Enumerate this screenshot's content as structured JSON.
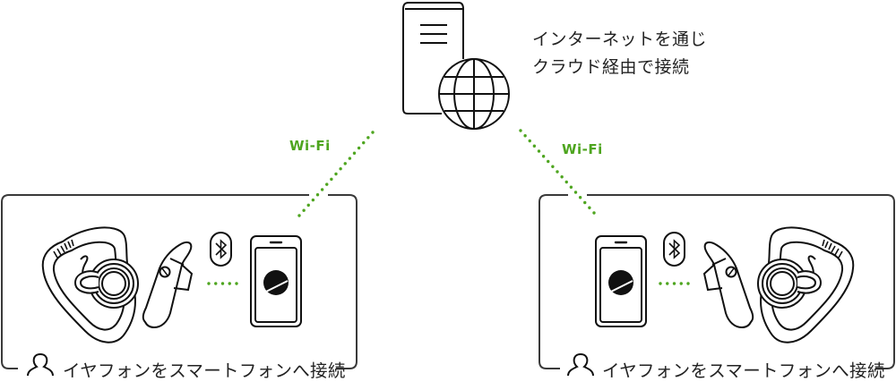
{
  "cloud": {
    "caption_line1": "インターネットを通じ",
    "caption_line2": "クラウド経由で接続",
    "server_icon": "server-icon",
    "globe_icon": "globe-icon"
  },
  "links": {
    "left_wifi_label": "Wi-Fi",
    "right_wifi_label": "Wi-Fi",
    "accent_color": "#4ea51f"
  },
  "groups": [
    {
      "id": "left",
      "label": "イヤフォンをスマートフォンへ接続",
      "icons": [
        "person-icon",
        "earpiece-icon",
        "earbud-icon",
        "bluetooth-icon",
        "smartphone-icon"
      ]
    },
    {
      "id": "right",
      "label": "イヤフォンをスマートフォンへ接続",
      "icons": [
        "person-icon",
        "smartphone-icon",
        "bluetooth-icon",
        "earbud-icon",
        "earpiece-icon"
      ]
    }
  ]
}
